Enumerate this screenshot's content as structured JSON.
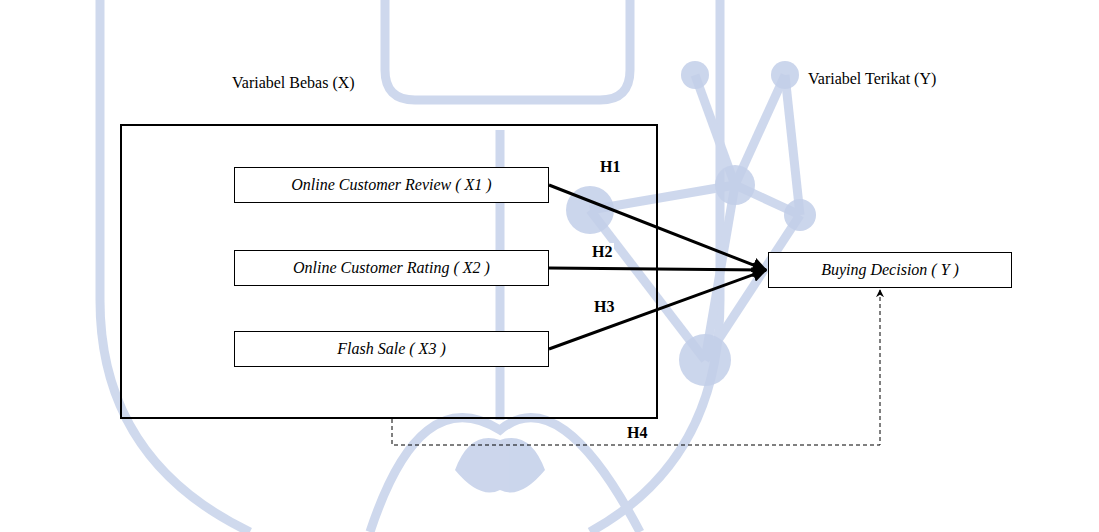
{
  "diagram": {
    "nodes": [
      {
        "text": [
          "Variabel Bebas (X)"
        ]
      },
      {
        "text": [
          "Online Customer Review ( X1 )"
        ],
        "in": 0
      },
      {
        "text": [
          "Online Customer Rating ( X2 )"
        ],
        "in": 0
      },
      {
        "text": [
          "Flash Sale ( X3 )"
        ],
        "in": 0
      },
      {
        "text": [
          "Buying Decision ( Y )"
        ]
      }
    ],
    "edges": [
      {
        "from": 1,
        "to": 4,
        "arrow": "to",
        "label": "H1"
      },
      {
        "from": 2,
        "to": 4,
        "arrow": "to",
        "label": "H2"
      },
      {
        "from": 3,
        "to": 4,
        "arrow": "to",
        "label": "H3"
      },
      {
        "from": 0,
        "to": 4,
        "arrow": "to",
        "label": "H4"
      }
    ],
    "labels": [
      "Variabel Terikat (Y)"
    ]
  }
}
